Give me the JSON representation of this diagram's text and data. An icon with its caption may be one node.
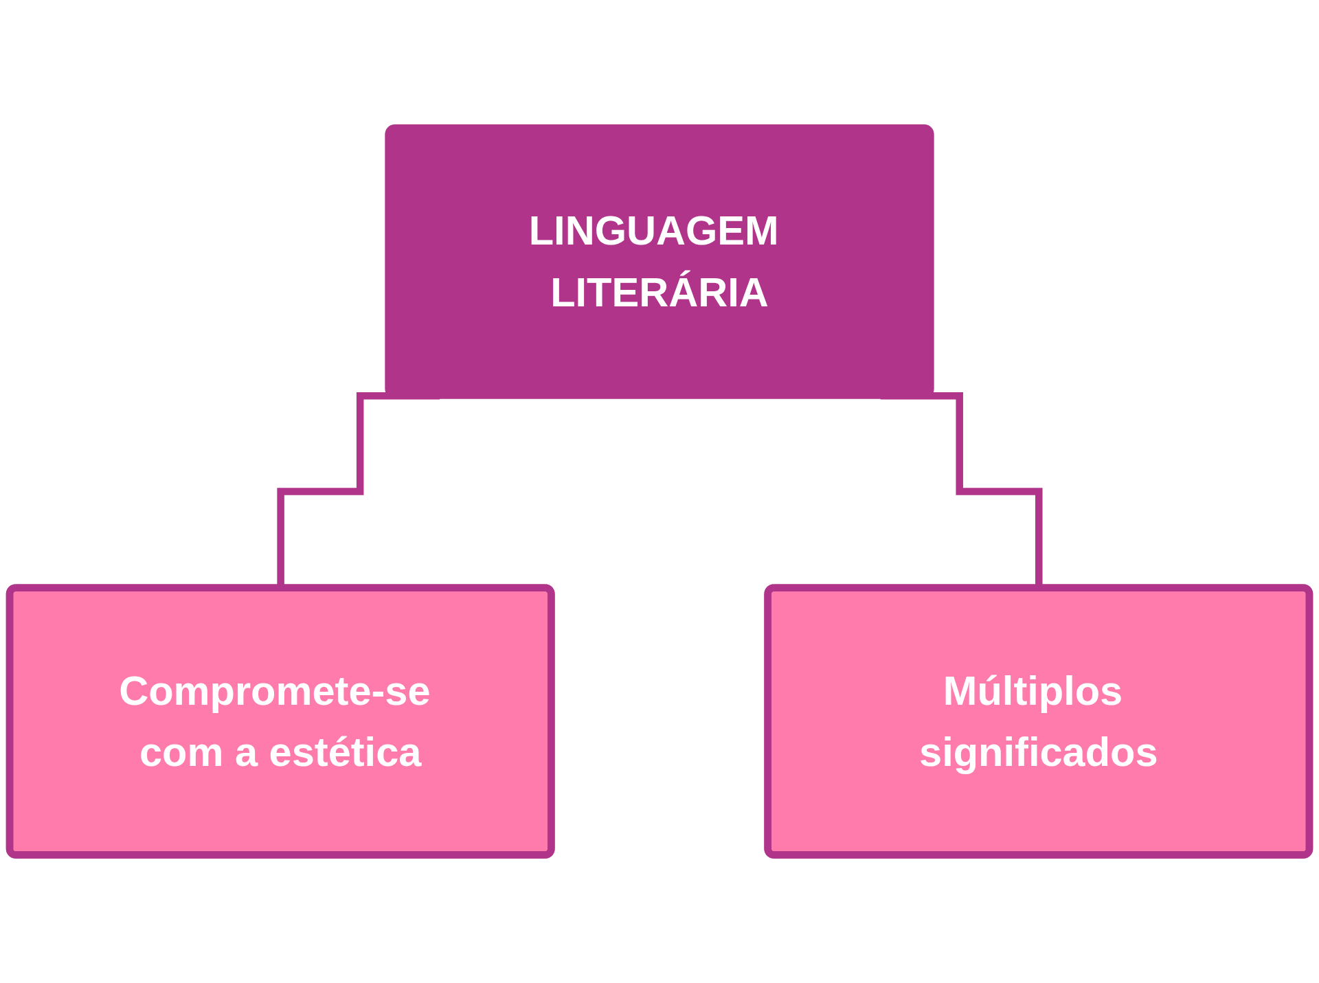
{
  "diagram": {
    "nodes": [
      {
        "text": [
          "LINGUAGEM LITERÁRIA"
        ]
      },
      {
        "text": [
          "Compromete-se com a estética"
        ]
      },
      {
        "text": [
          "Múltiplos significados"
        ]
      }
    ],
    "edges": [
      {
        "from": 0,
        "to": 1,
        "arrow": "none"
      },
      {
        "from": 0,
        "to": 2,
        "arrow": "none"
      }
    ]
  }
}
